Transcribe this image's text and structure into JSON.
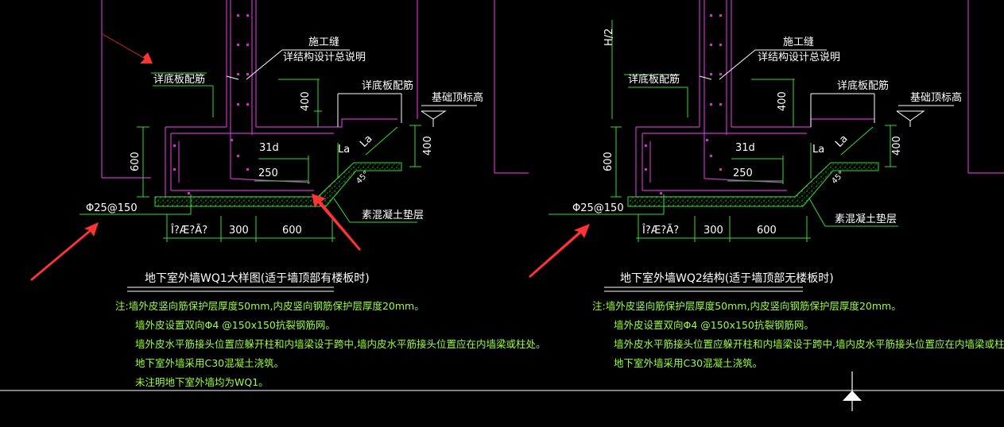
{
  "colors": {
    "background": "#000000",
    "wall": "#cc33cc",
    "dimension": "#33dd33",
    "text": "#ffffff",
    "note": "#9aff3a",
    "arrow": "#ff3333",
    "cursor": "#ffffff"
  },
  "details": [
    {
      "labels": {
        "construction_joint": "施工缝",
        "see_general_notes": "详结构设计总说明",
        "bottom_rebar_left": "详底板配筋",
        "bottom_rebar_right": "详底板配筋",
        "foundation_top": "基础顶标高",
        "rebar_spec": "Φ25@150",
        "plain_concrete": "素混凝土垫层",
        "lap_31d": "31d",
        "lap_250": "250",
        "la_1": "La",
        "la_2": "La",
        "angle": "45°",
        "dim_400_top": "400",
        "dim_400_right": "400",
        "dim_600_left": "600",
        "dim_garbled": "Î?Æ?Ã?",
        "dim_300": "300",
        "dim_600_bottom": "600"
      },
      "title": "地下室外墙WQ1大样图(适于墙顶部有楼板时)",
      "notes": [
        "注:墙外皮竖向筋保护层厚度50mm,内皮竖向钢筋保护层厚度20mm。",
        "墙外皮设置双向Φ4 @150x150抗裂钢筋网。",
        "墙外皮水平筋接头位置应躲开柱和内墙梁设于跨中,墙内皮水平筋接头位置应在内墙梁或柱处。",
        "地下室外墙采用C30混凝土浇筑。",
        "未注明地下室外墙均为WQ1。"
      ]
    },
    {
      "labels": {
        "height_h2": "H/2",
        "construction_joint": "施工缝",
        "see_general_notes": "详结构设计总说明",
        "bottom_rebar_left": "详底板配筋",
        "bottom_rebar_right": "详底板配筋",
        "foundation_top": "基础顶标高",
        "rebar_spec": "Φ25@150",
        "plain_concrete": "素混凝土垫层",
        "lap_31d": "31d",
        "lap_250": "250",
        "la_1": "La",
        "la_2": "La",
        "angle": "45°",
        "dim_400_top": "400",
        "dim_400_right": "400",
        "dim_600_left": "600",
        "dim_garbled": "Î?Æ?Ã?",
        "dim_300": "300",
        "dim_600_bottom": "600"
      },
      "title": "地下室外墙WQ2结构(适于墙顶部无楼板时)",
      "notes": [
        "注:墙外皮竖向筋保护层厚度50mm,内皮竖向钢筋保护层厚度20mm。",
        "墙外皮设置双向Φ4 @150x150抗裂钢筋网。",
        "墙外皮水平筋接头位置应躲开柱和内墙梁设于跨中,墙内皮水平筋接头位置应在内墙梁或柱处。",
        "地下室外墙采用C30混凝土浇筑。"
      ]
    }
  ]
}
